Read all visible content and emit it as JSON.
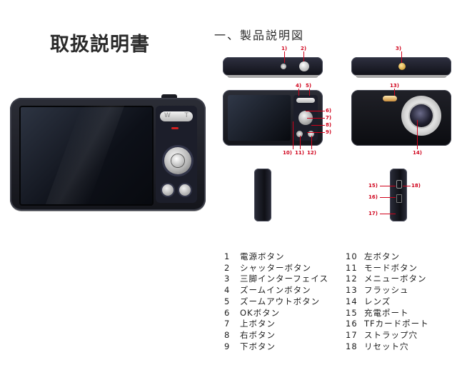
{
  "manual_title": "取扱説明書",
  "section_title": "一、製品説明図",
  "camera": {
    "zoom_w": "W",
    "zoom_t": "T"
  },
  "callouts": {
    "c1": "1)",
    "c2": "2)",
    "c3": "3)",
    "c4": "4)",
    "c5": "5)",
    "c6": "6)",
    "c7": "7)",
    "c8": "8)",
    "c9": "9)",
    "c10": "10)",
    "c11": "11)",
    "c12": "12)",
    "c13": "13)",
    "c14": "14)",
    "c15": "15)",
    "c16": "16)",
    "c17": "17)",
    "c18": "18)"
  },
  "parts": [
    {
      "num": "1",
      "label": "電源ボタン"
    },
    {
      "num": "2",
      "label": "シャッターボタン"
    },
    {
      "num": "3",
      "label": "三脚インターフェイス"
    },
    {
      "num": "4",
      "label": "ズームインボタン"
    },
    {
      "num": "5",
      "label": "ズームアウトボタン"
    },
    {
      "num": "6",
      "label": "OKボタン"
    },
    {
      "num": "7",
      "label": "上ボタン"
    },
    {
      "num": "8",
      "label": "右ボタン"
    },
    {
      "num": "9",
      "label": "下ボタン"
    },
    {
      "num": "10",
      "label": "左ボタン"
    },
    {
      "num": "11",
      "label": "モードボタン"
    },
    {
      "num": "12",
      "label": "メニューボタン"
    },
    {
      "num": "13",
      "label": "フラッシュ"
    },
    {
      "num": "14",
      "label": "レンズ"
    },
    {
      "num": "15",
      "label": "充電ポート"
    },
    {
      "num": "16",
      "label": "TFカードポート"
    },
    {
      "num": "17",
      "label": "ストラップ穴"
    },
    {
      "num": "18",
      "label": "リセット穴"
    }
  ],
  "colors": {
    "callout_red": "#d0021b",
    "camera_body": "#1a1b22"
  }
}
